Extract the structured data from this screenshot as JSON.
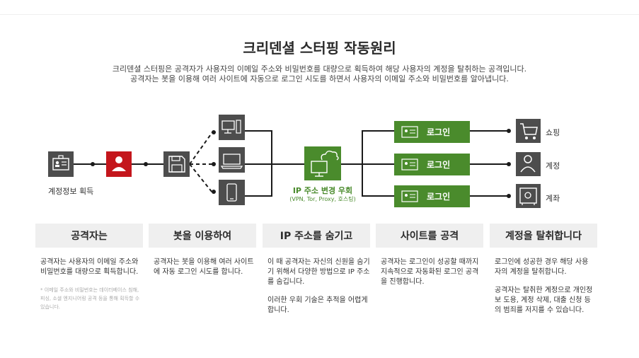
{
  "title": "크리덴셜 스터핑 작동원리",
  "subtitle_line1": "크리덴셜 스터핑은 공격자가 사용자의 이메일 주소와 비밀번호를 대량으로 획득하여 해당 사용자의 계정을 탈취하는 공격입니다.",
  "subtitle_line2": "공격자는 봇을 이용해 여러 사이트에 자동으로 로그인 시도를 하면서 사용자의 이메일 주소와 비밀번호를 알아냅니다.",
  "diagram": {
    "acquire_label": "계정정보 획득",
    "ip_label": "IP 주소 변경 우회",
    "ip_sublabel": "(VPN, Tor, Proxy, 호스팅)",
    "login_labels": [
      "로그인",
      "로그인",
      "로그인"
    ],
    "destinations": [
      "쇼핑",
      "계정",
      "계좌"
    ],
    "colors": {
      "green": "#4a8b2c",
      "red": "#c4161c",
      "dark": "#4d4d4d"
    },
    "icons": [
      "id-card-icon",
      "user-icon",
      "floppy-disk-icon",
      "desktop-icon",
      "laptop-icon",
      "smartphone-icon",
      "cloud-monitor-icon",
      "shopping-cart-icon",
      "person-icon",
      "safe-icon"
    ]
  },
  "columns": [
    {
      "head": "공격자는",
      "body": [
        "공격자는 사용자의 이메일 주소와 비밀번호를 대량으로 획득합니다."
      ],
      "footnote": "* 이메일 주소와 비밀번호는 데이터베이스 침해, 피싱, 소셜 엔지니어링 공격 등을 통해 획득할 수 있습니다."
    },
    {
      "head": "봇을 이용하여",
      "body": [
        "공격자는 봇을 이용해 여러 사이트에 자동 로그인 시도를 합니다."
      ]
    },
    {
      "head": "IP 주소를 숨기고",
      "body": [
        "이 때 공격자는 자신의 신원을 숨기기 위해서 다양한 방법으로 IP 주소를 숨깁니다.",
        "이러한 우회 기술은 추적을 어렵게 합니다."
      ]
    },
    {
      "head": "사이트를 공격",
      "body": [
        "공격자는 로그인이 성공할 때까지 지속적으로 자동화된 로그인 공격을 진행합니다."
      ]
    },
    {
      "head": "계정을 탈취합니다",
      "body": [
        "로그인에 성공한 경우 해당 사용자의 계정을 탈취합니다.",
        "공격자는 탈취한 계정으로 개인정보 도용, 계정 삭제, 대출 신청 등의 범죄를 저지를 수 있습니다."
      ]
    }
  ]
}
